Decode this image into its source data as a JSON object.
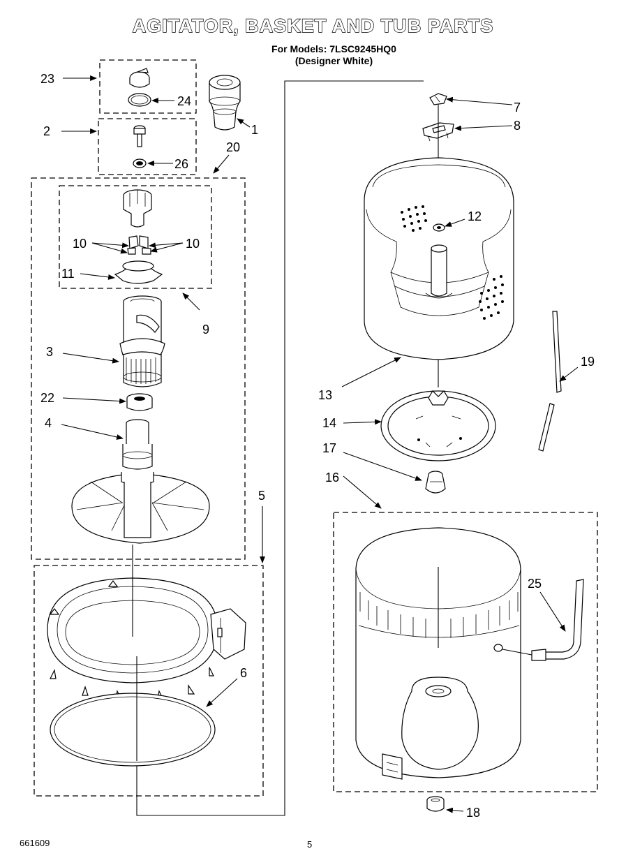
{
  "header": {
    "title": "AGITATOR, BASKET AND TUB PARTS",
    "models_line": "For Models: 7LSC9245HQ0",
    "finish_line": "(Designer White)"
  },
  "footer": {
    "doc_number": "661609",
    "page_number": "5"
  },
  "callouts": {
    "c1": "1",
    "c2": "2",
    "c3": "3",
    "c4": "4",
    "c5": "5",
    "c6": "6",
    "c7": "7",
    "c8": "8",
    "c9": "9",
    "c10a": "10",
    "c10b": "10",
    "c11": "11",
    "c12": "12",
    "c13": "13",
    "c14": "14",
    "c16": "16",
    "c17": "17",
    "c18": "18",
    "c19": "19",
    "c20": "20",
    "c22": "22",
    "c23": "23",
    "c24": "24",
    "c25": "25",
    "c26": "26"
  }
}
